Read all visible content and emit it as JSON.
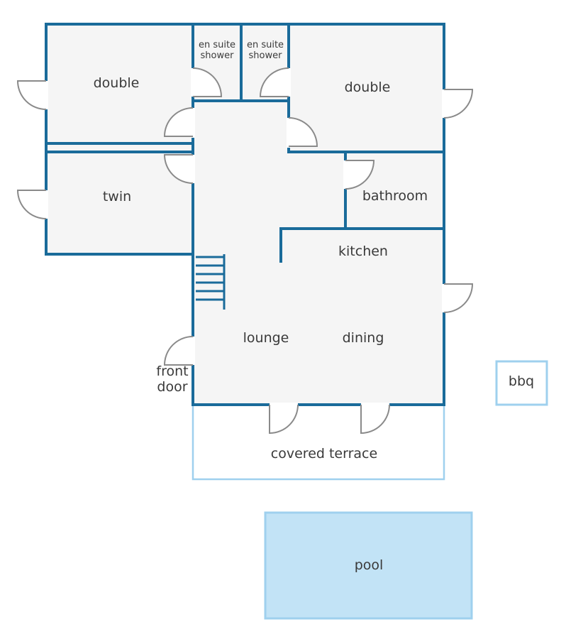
{
  "rooms": {
    "double_left": "double",
    "double_right": "double",
    "ensuite_left": [
      "en suite",
      "shower"
    ],
    "ensuite_right": [
      "en suite",
      "shower"
    ],
    "twin": "twin",
    "bathroom": "bathroom",
    "kitchen": "kitchen",
    "lounge": "lounge",
    "dining": "dining",
    "front_door": [
      "front",
      "door"
    ],
    "covered_terrace": "covered terrace",
    "bbq": "bbq",
    "pool": "pool"
  },
  "colors": {
    "wall": "#1a6b9a",
    "floor": "#f5f5f5",
    "door": "#8a8a8a",
    "outdoor_outline": "#9fd0ee",
    "pool_fill": "#c2e3f6",
    "text": "#3a3a3a"
  }
}
